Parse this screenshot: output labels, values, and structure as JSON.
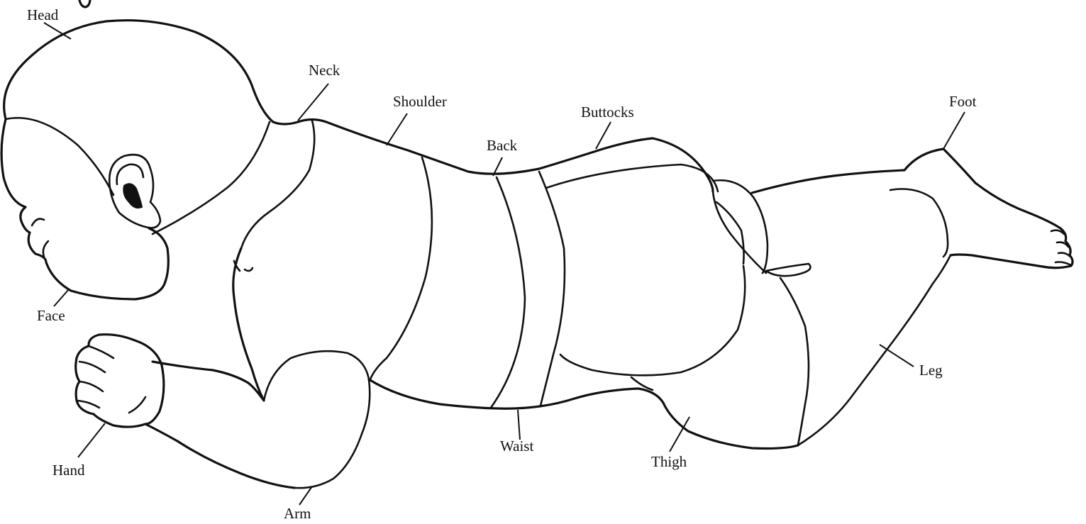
{
  "labels": {
    "head": "Head",
    "neck": "Neck",
    "shoulder": "Shoulder",
    "buttocks": "Buttocks",
    "foot": "Foot",
    "back": "Back",
    "face": "Face",
    "leg": "Leg",
    "hand": "Hand",
    "waist": "Waist",
    "thigh": "Thigh",
    "arm": "Arm"
  }
}
